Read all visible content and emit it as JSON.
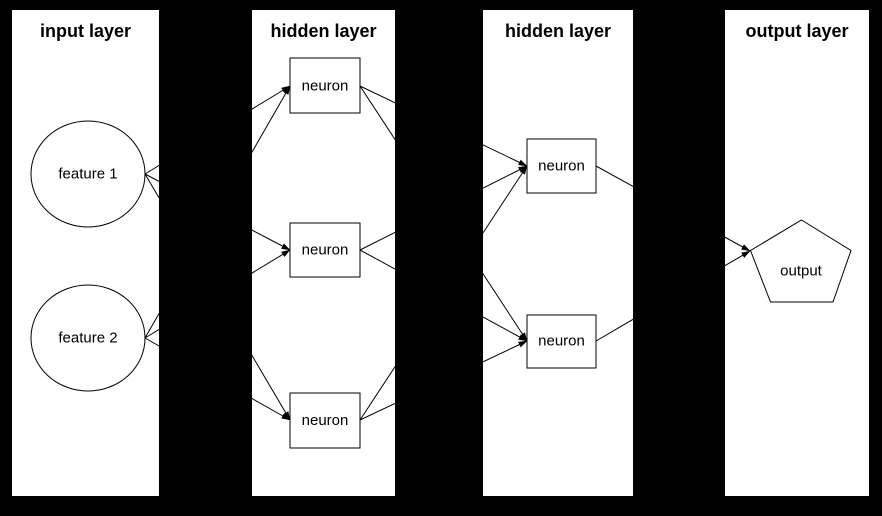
{
  "diagram": {
    "type": "neural-network-feedforward",
    "colors": {
      "background": "#000000",
      "panel": "#ffffff",
      "line": "#000000",
      "text": "#000000"
    },
    "layers": [
      {
        "title": "input layer",
        "nodes": [
          {
            "id": "feature1",
            "label": "feature 1",
            "shape": "ellipse"
          },
          {
            "id": "feature2",
            "label": "feature 2",
            "shape": "ellipse"
          }
        ]
      },
      {
        "title": "hidden layer",
        "nodes": [
          {
            "id": "h1n1",
            "label": "neuron",
            "shape": "box"
          },
          {
            "id": "h1n2",
            "label": "neuron",
            "shape": "box"
          },
          {
            "id": "h1n3",
            "label": "neuron",
            "shape": "box"
          }
        ]
      },
      {
        "title": "hidden layer",
        "nodes": [
          {
            "id": "h2n1",
            "label": "neuron",
            "shape": "box"
          },
          {
            "id": "h2n2",
            "label": "neuron",
            "shape": "box"
          }
        ]
      },
      {
        "title": "output layer",
        "nodes": [
          {
            "id": "output",
            "label": "output",
            "shape": "pentagon"
          }
        ]
      }
    ],
    "edges": [
      {
        "from": "feature1",
        "to": "h1n1"
      },
      {
        "from": "feature1",
        "to": "h1n2"
      },
      {
        "from": "feature1",
        "to": "h1n3"
      },
      {
        "from": "feature2",
        "to": "h1n1"
      },
      {
        "from": "feature2",
        "to": "h1n2"
      },
      {
        "from": "feature2",
        "to": "h1n3"
      },
      {
        "from": "h1n1",
        "to": "h2n1"
      },
      {
        "from": "h1n1",
        "to": "h2n2"
      },
      {
        "from": "h1n2",
        "to": "h2n1"
      },
      {
        "from": "h1n2",
        "to": "h2n2"
      },
      {
        "from": "h1n3",
        "to": "h2n1"
      },
      {
        "from": "h1n3",
        "to": "h2n2"
      },
      {
        "from": "h2n1",
        "to": "output"
      },
      {
        "from": "h2n2",
        "to": "output"
      }
    ]
  }
}
